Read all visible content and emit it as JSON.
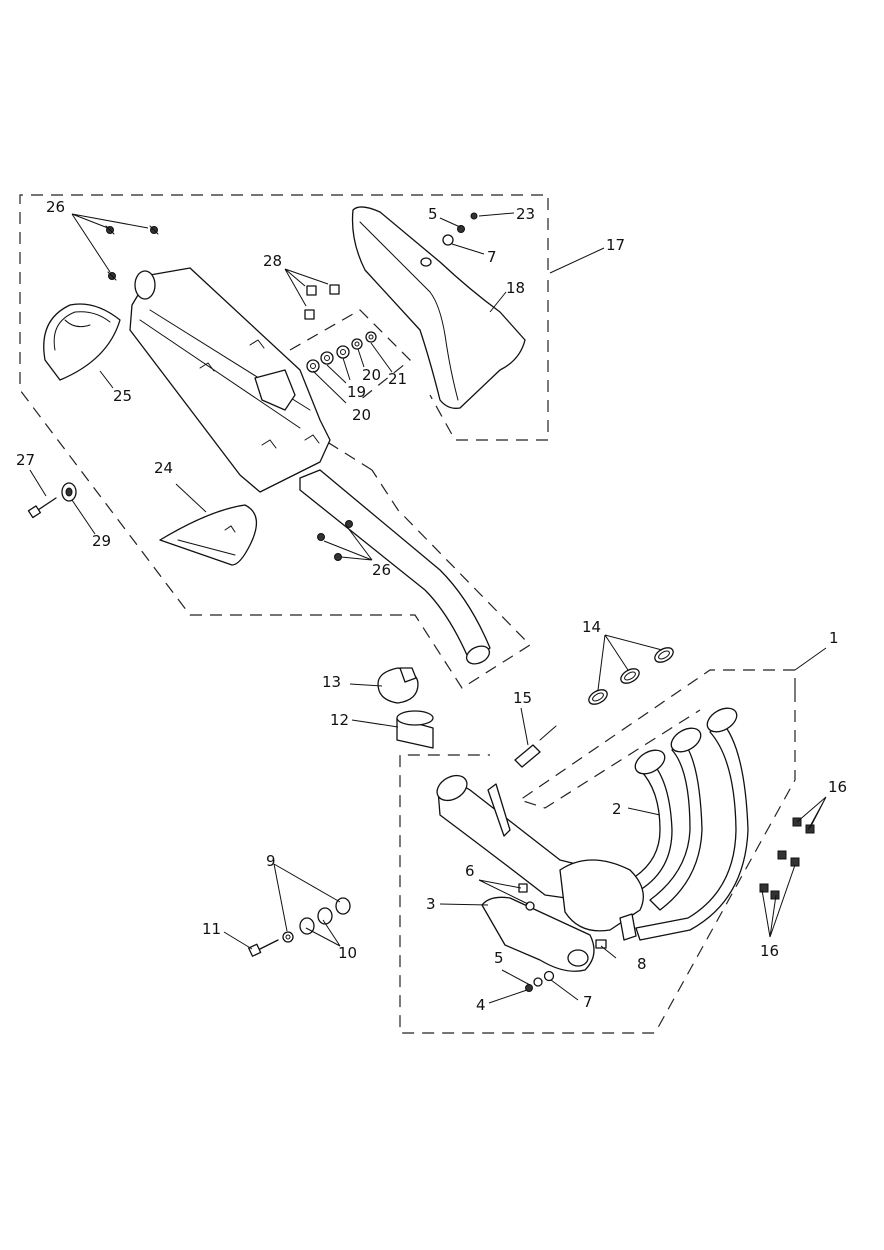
{
  "colors": {
    "line": "#111111",
    "background": "#ffffff"
  },
  "callouts": {
    "c1": "1",
    "c2": "2",
    "c3": "3",
    "c4": "4",
    "c5a": "5",
    "c5b": "5",
    "c6": "6",
    "c7a": "7",
    "c7b": "7",
    "c8": "8",
    "c9": "9",
    "c10": "10",
    "c11": "11",
    "c12": "12",
    "c13": "13",
    "c14": "14",
    "c15": "15",
    "c16a": "16",
    "c16b": "16",
    "c17": "17",
    "c18": "18",
    "c19": "19",
    "c20a": "20",
    "c20b": "20",
    "c21": "21",
    "c23": "23",
    "c24": "24",
    "c25": "25",
    "c26a": "26",
    "c26b": "26",
    "c27": "27",
    "c28": "28",
    "c29": "29"
  }
}
